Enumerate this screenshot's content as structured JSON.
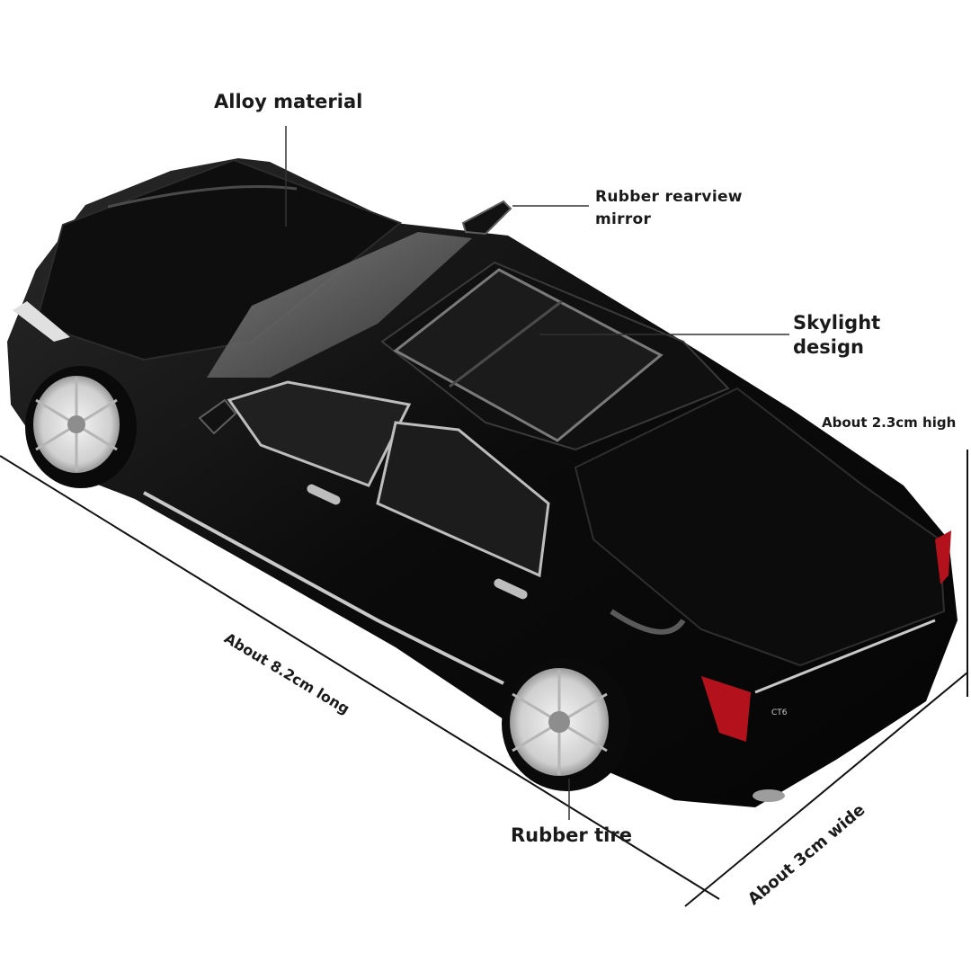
{
  "labels": {
    "alloy": "Alloy material",
    "mirror_line1": "Rubber rearview",
    "mirror_line2": "mirror",
    "skylight_line1": "Skylight",
    "skylight_line2": "design",
    "height": "About 2.3cm high",
    "length": "About 8.2cm long",
    "tire": "Rubber tire",
    "width": "About 3cm wide"
  },
  "car": {
    "body_color": "#0b0b0b",
    "trim_color": "#c9c9c9",
    "taillight_color": "#b3121c",
    "badge_text": "CT6"
  }
}
